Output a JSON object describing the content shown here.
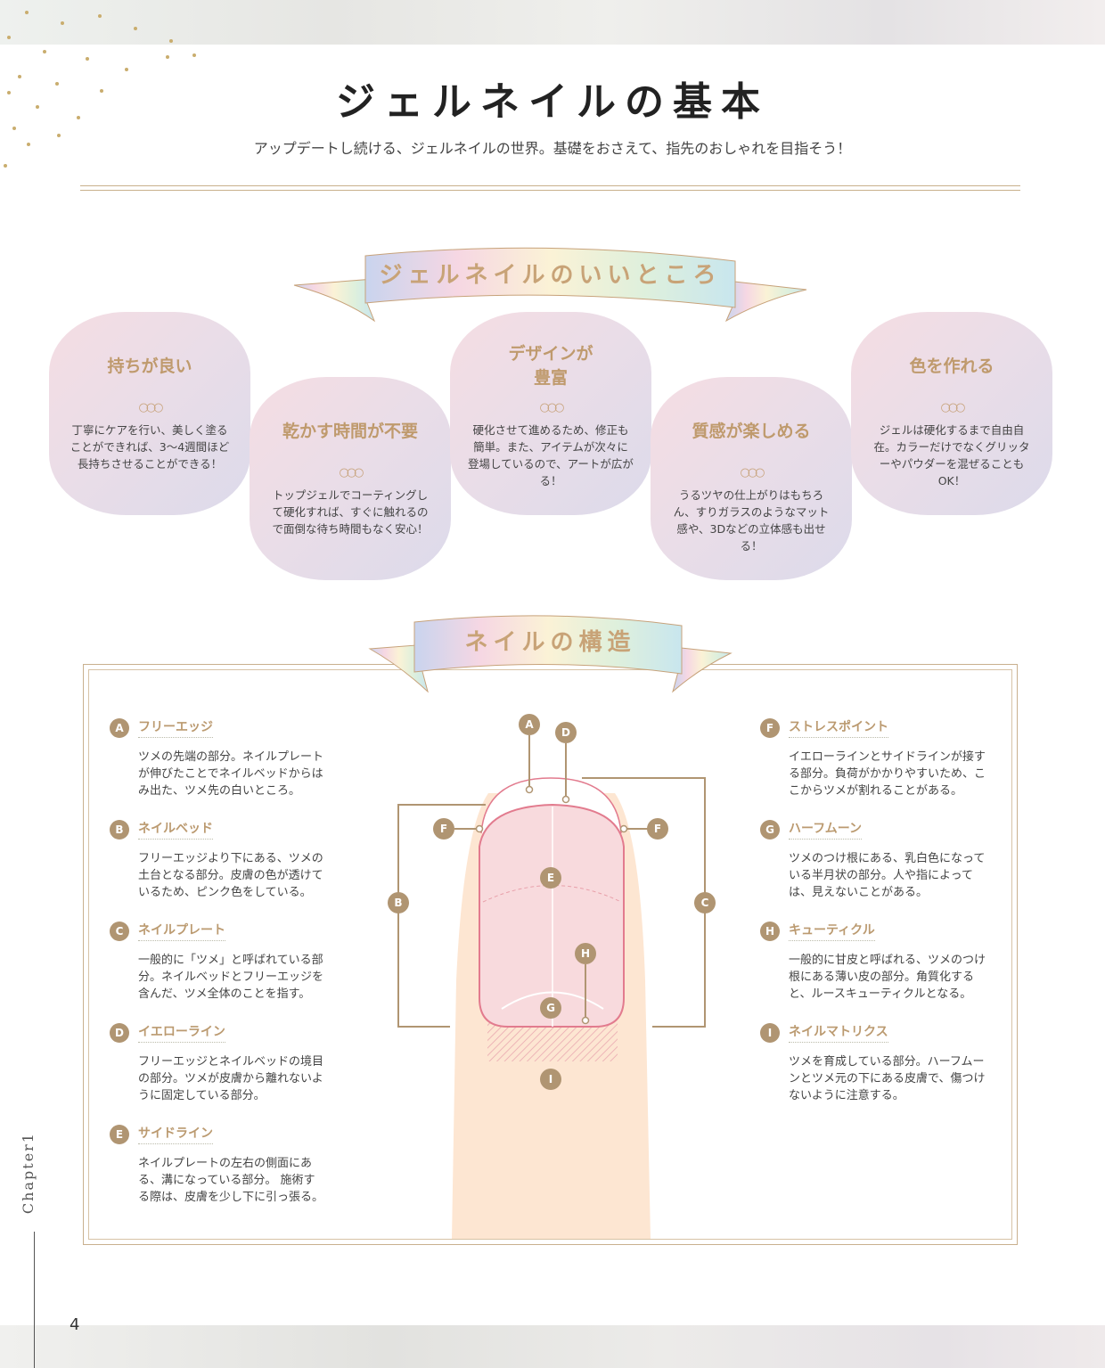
{
  "page": {
    "title": "ジェルネイルの基本",
    "subtitle": "アップデートし続ける、ジェルネイルの世界。基礎をおさえて、指先のおしゃれを目指そう！",
    "chapter": "Chapter1",
    "page_number": "4"
  },
  "merits": {
    "ribbon": "ジェルネイルのいいところ",
    "ornament": "○○○",
    "items": [
      {
        "title": "持ちが良い",
        "body": "丁寧にケアを行い、美しく塗ることができれば、3～4週間ほど長持ちさせることができる！"
      },
      {
        "title": "乾かす時間が不要",
        "body": "トップジェルでコーティングして硬化すれば、すぐに触れるので面倒な待ち時間もなく安心！"
      },
      {
        "title": "デザインが豊富",
        "body": "硬化させて進めるため、修正も簡単。また、アイテムが次々に登場しているので、アートが広がる！"
      },
      {
        "title": "質感が楽しめる",
        "body": "うるツヤの仕上がりはもちろん、すりガラスのようなマット感や、3Dなどの立体感も出せる！"
      },
      {
        "title": "色を作れる",
        "body": "ジェルは硬化するまで自由自在。カラーだけでなくグリッターやパウダーを混ぜることもOK！"
      }
    ]
  },
  "structure": {
    "ribbon": "ネイルの構造",
    "parts": [
      {
        "letter": "A",
        "title": "フリーエッジ",
        "body": "ツメの先端の部分。ネイルプレートが伸びたことでネイルベッドからはみ出た、ツメ先の白いところ。"
      },
      {
        "letter": "B",
        "title": "ネイルベッド",
        "body": "フリーエッジより下にある、ツメの土台となる部分。皮膚の色が透けているため、ピンク色をしている。"
      },
      {
        "letter": "C",
        "title": "ネイルプレート",
        "body": "一般的に「ツメ」と呼ばれている部分。ネイルベッドとフリーエッジを含んだ、ツメ全体のことを指す。"
      },
      {
        "letter": "D",
        "title": "イエローライン",
        "body": "フリーエッジとネイルベッドの境目の部分。ツメが皮膚から離れないように固定している部分。"
      },
      {
        "letter": "E",
        "title": "サイドライン",
        "body": "ネイルプレートの左右の側面にある、溝になっている部分。 施術する際は、皮膚を少し下に引っ張る。"
      },
      {
        "letter": "F",
        "title": "ストレスポイント",
        "body": "イエローラインとサイドラインが接する部分。負荷がかかりやすいため、ここからツメが割れることがある。"
      },
      {
        "letter": "G",
        "title": "ハーフムーン",
        "body": "ツメのつけ根にある、乳白色になっている半月状の部分。人や指によっては、見えないことがある。"
      },
      {
        "letter": "H",
        "title": "キューティクル",
        "body": "一般的に甘皮と呼ばれる、ツメのつけ根にある薄い皮の部分。角質化すると、ルースキューティクルとなる。"
      },
      {
        "letter": "I",
        "title": "ネイルマトリクス",
        "body": "ツメを育成している部分。ハーフムーンとツメ元の下にある皮膚で、傷つけないように注意する。"
      }
    ],
    "diagram_labels": {
      "A": "A",
      "B": "B",
      "C": "C",
      "D": "D",
      "E": "E",
      "F": "F",
      "G": "G",
      "H": "H",
      "I": "I"
    }
  },
  "colors": {
    "gold": "#b09572",
    "title_gold": "#bf9a6d",
    "nail_pink": "#f8dadd",
    "nail_line": "#e27b8e",
    "skin": "#fde6d2"
  }
}
